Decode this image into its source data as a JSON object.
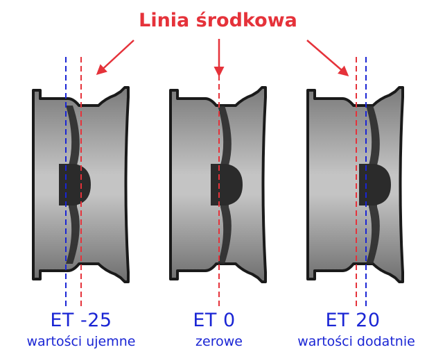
{
  "title": "Linia środkowa",
  "colors": {
    "centerline": "#e5323a",
    "mounting_plane": "#1a25d4",
    "rim_dark": "#1a1a1a",
    "rim_mid": "#8a8a8a",
    "rim_light": "#c4c4c4",
    "hub": "#2b2b2b"
  },
  "wheels": [
    {
      "offset_value": -25,
      "label": "ET -25",
      "description": "wartości ujemne"
    },
    {
      "offset_value": 0,
      "label": "ET 0",
      "description": "zerowe"
    },
    {
      "offset_value": 20,
      "label": "ET 20",
      "description": "wartości dodatnie"
    }
  ]
}
